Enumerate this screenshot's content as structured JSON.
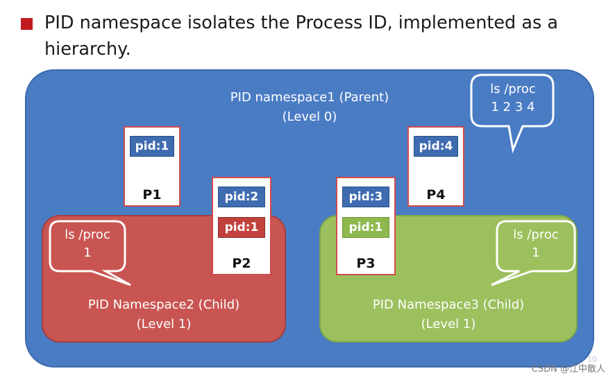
{
  "bullet": {
    "text": "PID namespace isolates the Process ID, implemented as a hierarchy."
  },
  "namespaces": {
    "parent": {
      "name": "PID namespace1 (Parent)",
      "level": "(Level 0)",
      "color": "#4a7cc4"
    },
    "child2": {
      "name": "PID Namespace2 (Child)",
      "level": "(Level 1)",
      "color": "#c95552"
    },
    "child3": {
      "name": "PID Namespace3 (Child)",
      "level": "(Level 1)",
      "color": "#9cc05e"
    }
  },
  "processes": {
    "p1": {
      "name": "P1",
      "pids": [
        "pid:1"
      ]
    },
    "p2": {
      "name": "P2",
      "pids": [
        "pid:2",
        "pid:1"
      ]
    },
    "p3": {
      "name": "P3",
      "pids": [
        "pid:3",
        "pid:1"
      ]
    },
    "p4": {
      "name": "P4",
      "pids": [
        "pid:4"
      ]
    }
  },
  "callouts": {
    "parent": {
      "line1": "ls /proc",
      "line2": "1 2 3 4"
    },
    "child2": {
      "line1": "ls /proc",
      "line2": "1"
    },
    "child3": {
      "line1": "ls /proc",
      "line2": "1"
    }
  },
  "page_number": "10",
  "watermark": "CSDN @江中散人"
}
